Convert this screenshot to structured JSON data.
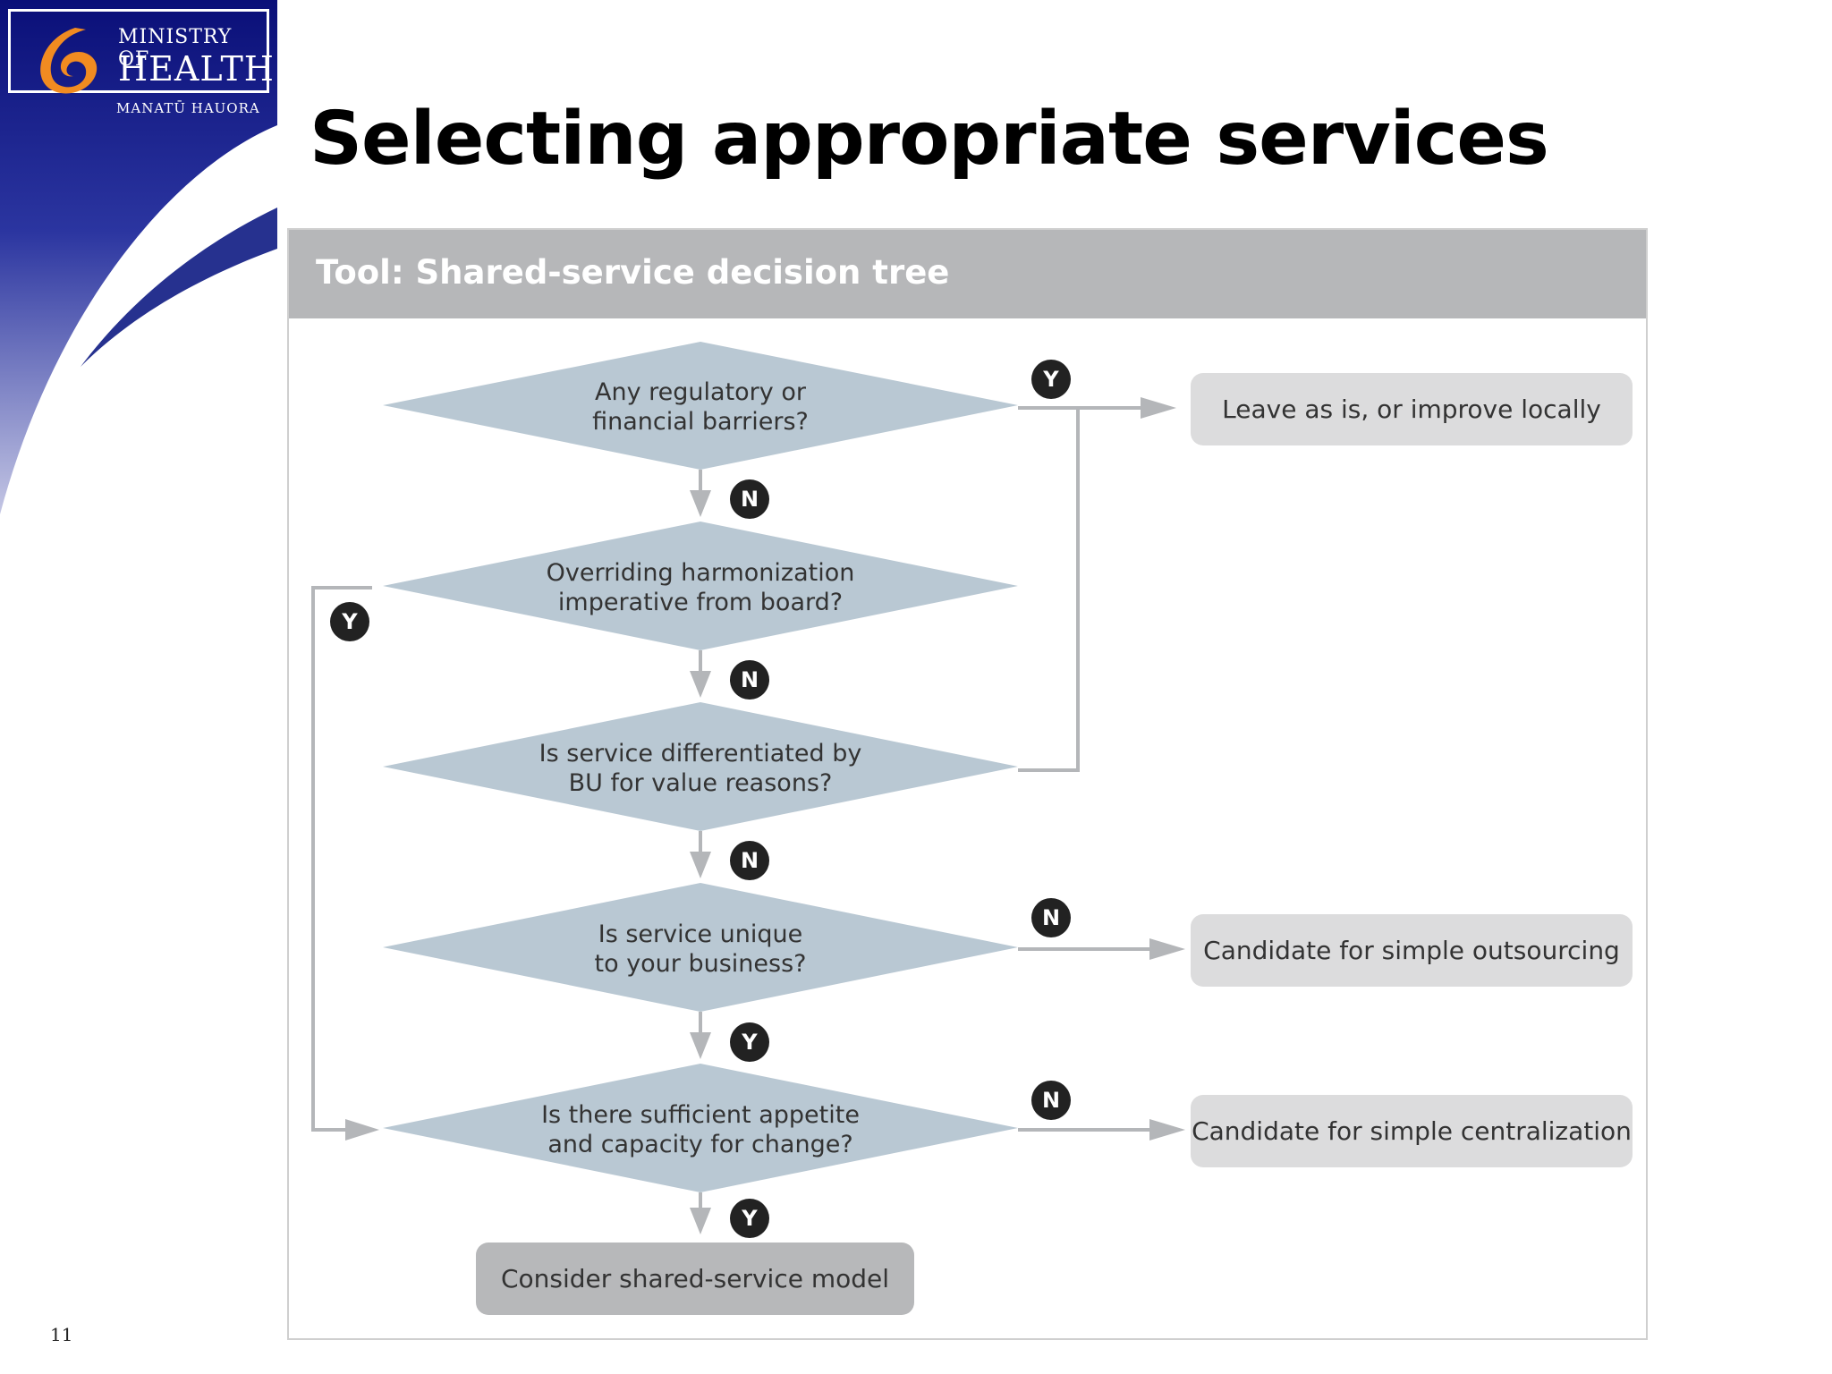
{
  "logo": {
    "line1": "MINISTRY OF",
    "line2": "HEALTH",
    "subtitle": "MANATŪ HAUORA"
  },
  "slide": {
    "title": "Selecting appropriate services",
    "page_number": "11"
  },
  "tool": {
    "title": "Tool: Shared-service decision tree",
    "questions": [
      "Any regulatory or\nfinancial barriers?",
      "Overriding harmonization\nimperative from board?",
      "Is service differentiated by\nBU for value reasons?",
      "Is service unique\nto your business?",
      "Is there sufficient appetite\nand capacity for change?"
    ],
    "outcomes": [
      "Leave as is, or improve locally",
      "Candidate for simple outsourcing",
      "Candidate for simple centralization"
    ],
    "final_outcome": "Consider shared-service model",
    "yes_label": "Y",
    "no_label": "N"
  },
  "colors": {
    "diamond": "#b9c8d3",
    "connector": "#b4b6b9",
    "header": "#b6b7b9",
    "badge": "#222222",
    "outcome_box": "#dcdcdd",
    "final_box": "#b7b8ba",
    "logo_blue": "#1c2a8c",
    "logo_orange": "#f18b21"
  }
}
